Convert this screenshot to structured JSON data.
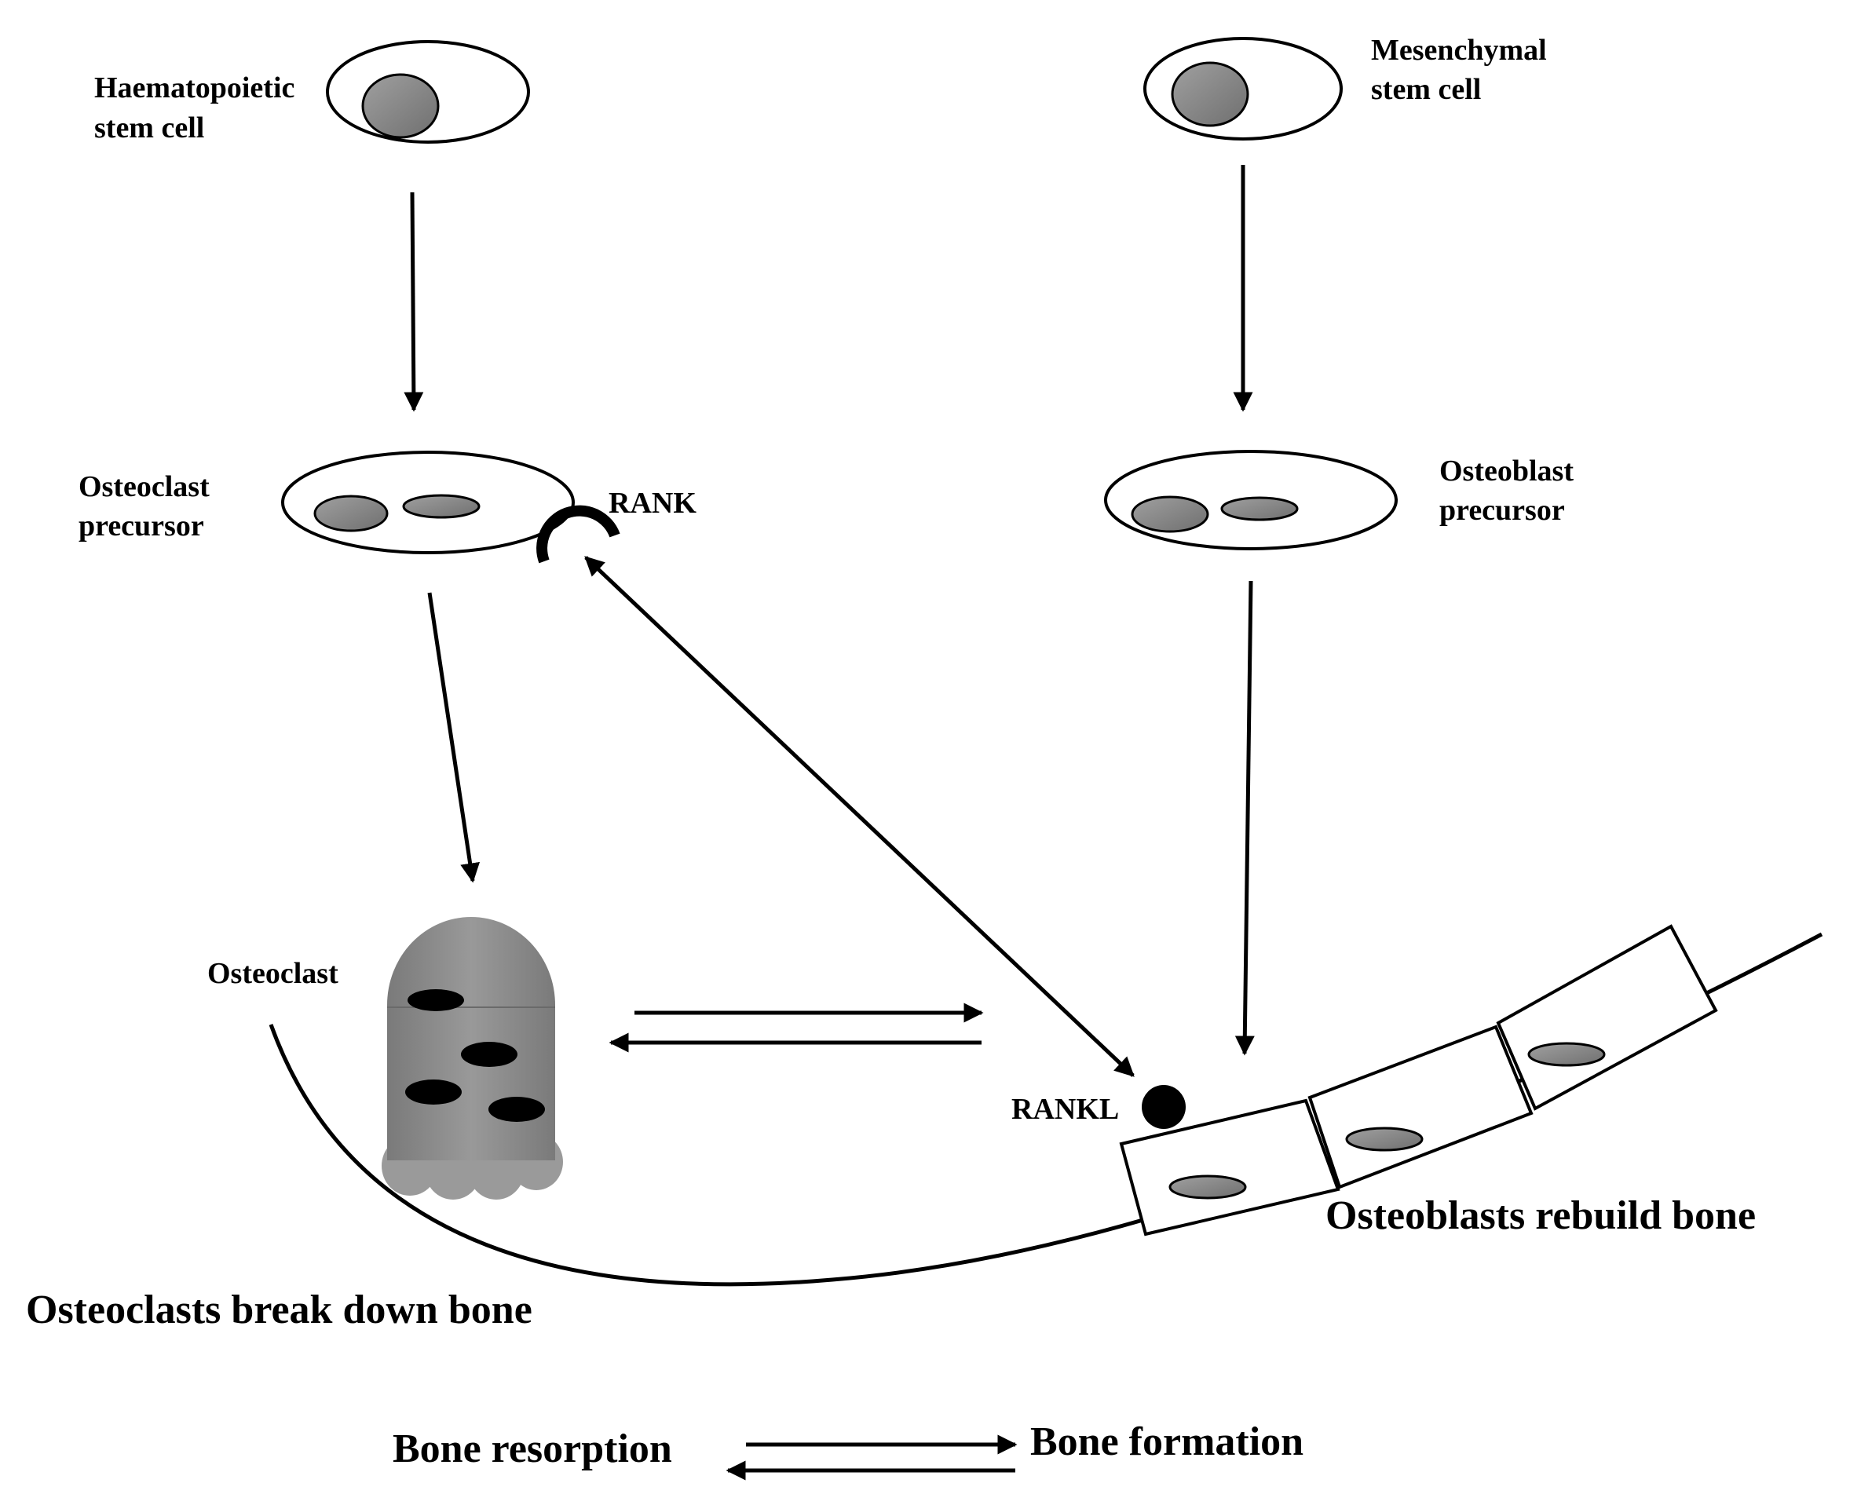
{
  "labels": {
    "hsc": [
      "Haematopoietic",
      "stem cell"
    ],
    "msc": [
      "Mesenchymal",
      "stem cell"
    ],
    "oc_precursor": [
      "Osteoclast",
      "precursor"
    ],
    "ob_precursor": [
      "Osteoblast",
      "precursor"
    ],
    "rank": "RANK",
    "rankl": "RANKL",
    "osteoclast": "Osteoclast",
    "oc_break": "Osteoclasts break down bone",
    "ob_rebuild": "Osteoblasts rebuild bone",
    "resorption": "Bone resorption",
    "formation": "Bone formation"
  },
  "colors": {
    "nucleus": "#8a8a8a",
    "osteoclast_body": "#858585",
    "ink": "#000000",
    "background": "#ffffff"
  }
}
